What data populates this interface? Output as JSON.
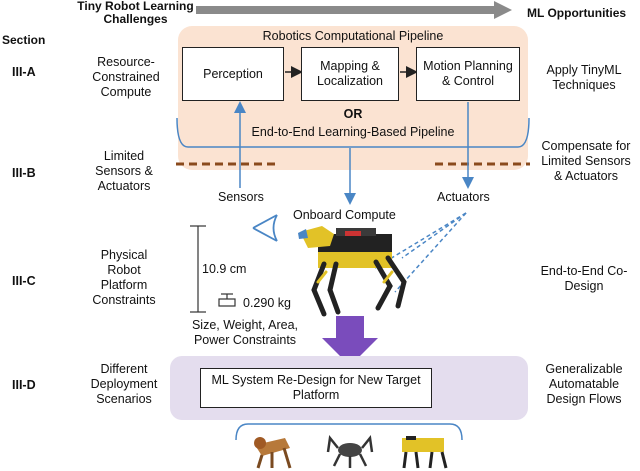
{
  "header": {
    "challenges_title": "Tiny Robot Learning Challenges",
    "opportunities_title": "ML Opportunities",
    "section_title": "Section"
  },
  "sections": [
    {
      "id": "III-A",
      "challenge": "Resource-Constrained Compute",
      "opportunity": "Apply TinyML Techniques"
    },
    {
      "id": "III-B",
      "challenge": "Limited Sensors & Actuators",
      "opportunity": "Compensate for Limited Sensors & Actuators"
    },
    {
      "id": "III-C",
      "challenge": "Physical Robot Platform Constraints",
      "opportunity": "End-to-End Co-Design"
    },
    {
      "id": "III-D",
      "challenge": "Different Deployment Scenarios",
      "opportunity": "Generalizable Automatable Design Flows"
    }
  ],
  "pipeline": {
    "title": "Robotics Computational Pipeline",
    "stages": [
      "Perception",
      "Mapping & Localization",
      "Motion Planning & Control"
    ],
    "or_label": "OR",
    "alternative": "End-to-End Learning-Based Pipeline"
  },
  "hardware": {
    "sensors": "Sensors",
    "actuators": "Actuators",
    "onboard_compute": "Onboard Compute",
    "height": "10.9 cm",
    "weight": "0.290 kg",
    "constraints": "Size, Weight, Area, Power Constraints"
  },
  "redesign": {
    "label": "ML System Re-Design for New Target Platform"
  },
  "colors": {
    "pipeline_bg": "#fbe3d2",
    "redesign_bg": "#e4ddee",
    "arrow_blue": "#4a86c5",
    "big_arrow": "#7a4cbc",
    "dashes": "#8a4a1c",
    "header_arrow": "#8a8a8a"
  }
}
